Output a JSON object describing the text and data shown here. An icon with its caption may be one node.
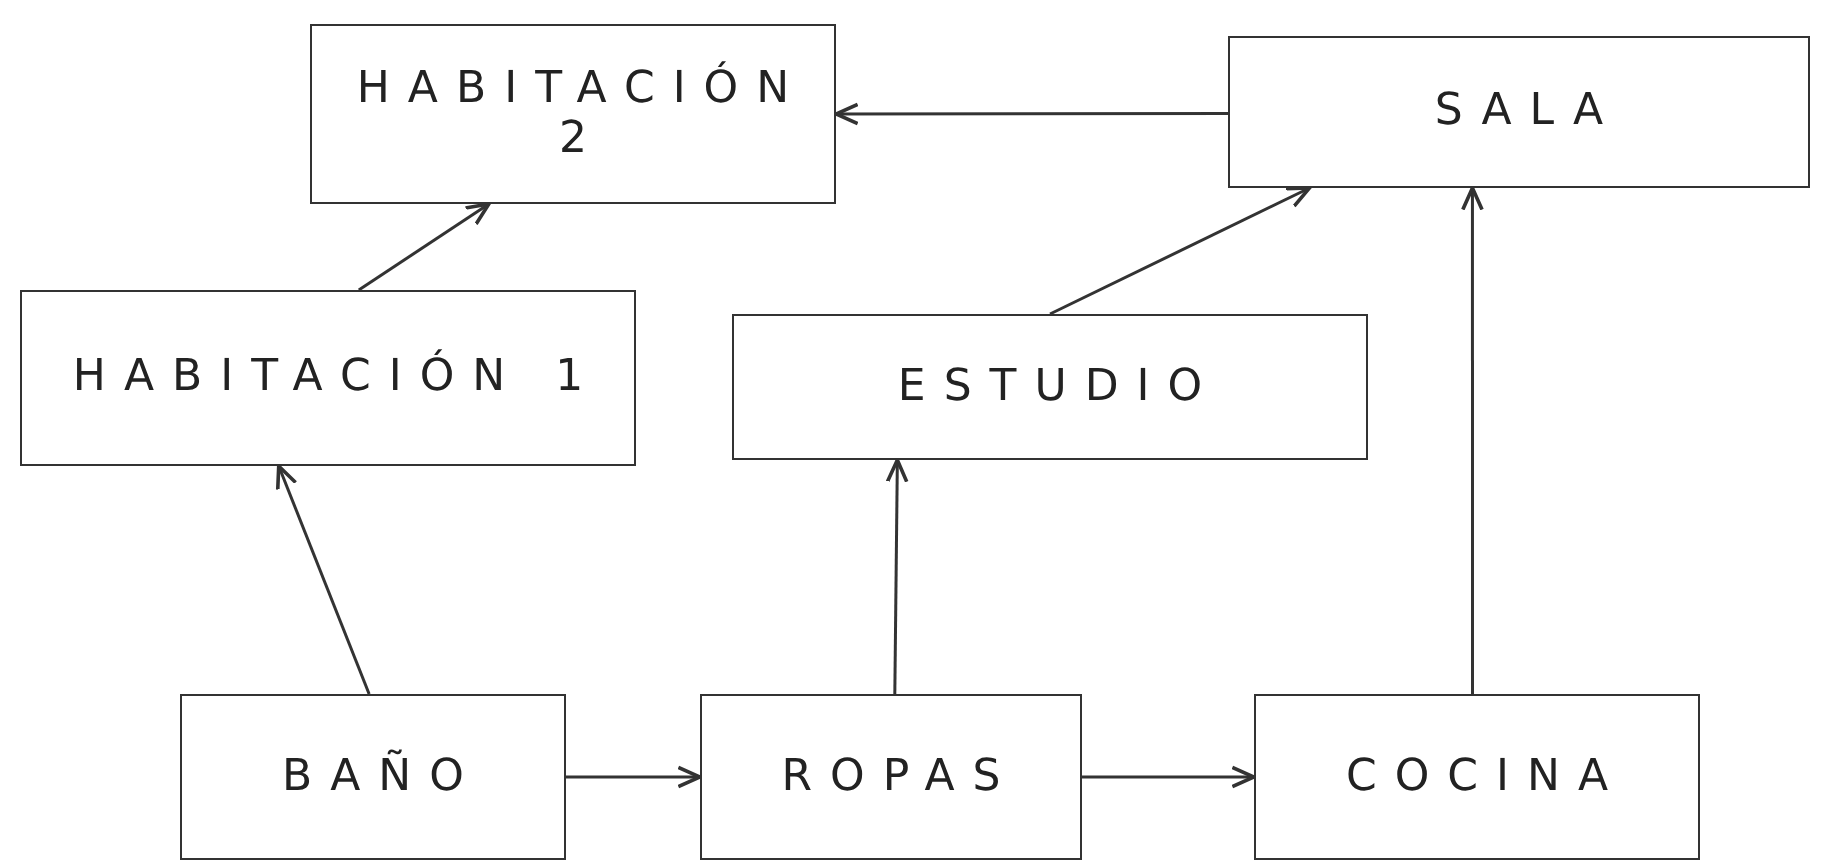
{
  "diagram": {
    "nodes": [
      {
        "text": [
          "HABITACIÓN 2"
        ]
      },
      {
        "text": [
          "SALA"
        ]
      },
      {
        "text": [
          "HABITACIÓN 1"
        ]
      },
      {
        "text": [
          "ESTUDIO"
        ]
      },
      {
        "text": [
          "BAÑO"
        ]
      },
      {
        "text": [
          "ROPAS"
        ]
      },
      {
        "text": [
          "COCINA"
        ]
      }
    ],
    "edges": [
      {
        "from": 4,
        "to": 5,
        "arrow": "to"
      },
      {
        "from": 5,
        "to": 6,
        "arrow": "to"
      },
      {
        "from": 4,
        "to": 2,
        "arrow": "to"
      },
      {
        "from": 2,
        "to": 0,
        "arrow": "to"
      },
      {
        "from": 5,
        "to": 3,
        "arrow": "to"
      },
      {
        "from": 3,
        "to": 1,
        "arrow": "to"
      },
      {
        "from": 6,
        "to": 1,
        "arrow": "to"
      },
      {
        "from": 1,
        "to": 0,
        "arrow": "to"
      }
    ]
  }
}
